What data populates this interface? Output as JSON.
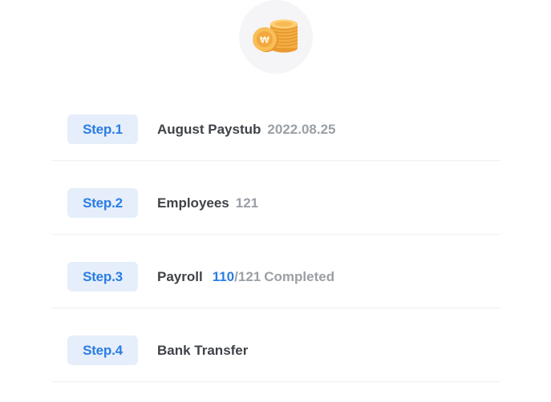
{
  "header": {
    "icon": "coins-icon"
  },
  "steps": [
    {
      "badge": "Step.1",
      "title": "August Paystub",
      "meta": "2022.08.25"
    },
    {
      "badge": "Step.2",
      "title": "Employees",
      "meta": "121"
    },
    {
      "badge": "Step.3",
      "title": "Payroll",
      "completed_count": "110",
      "separator": "/",
      "total": "121",
      "status": "Completed"
    },
    {
      "badge": "Step.4",
      "title": "Bank Transfer"
    }
  ],
  "colors": {
    "accent": "#2b7de3",
    "badge_bg": "#e5eefa",
    "title": "#3f4348",
    "meta": "#9aa0a6",
    "coin": "#f6b64a"
  }
}
